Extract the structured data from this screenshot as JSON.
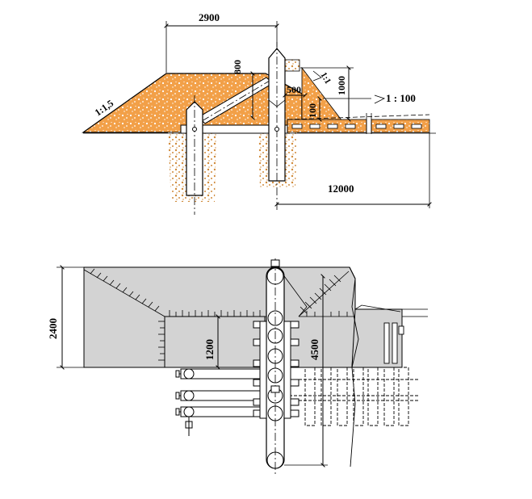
{
  "colors": {
    "ballast": "#f2a048",
    "ground": "#d08a3a",
    "plan_fill": "#d3d3d3",
    "white": "#ffffff",
    "ink": "#000000"
  },
  "section": {
    "dim_width": "2900",
    "dim_height_upper": "800",
    "dim_offset": "500",
    "dim_height_small": "100",
    "dim_height_right": "1000",
    "slope_left": "1:1,5",
    "slope_right": "1:1",
    "slope_track": "1 : 100",
    "dim_length": "12000"
  },
  "plan": {
    "dim_total_height": "2400",
    "dim_inner_height": "1200",
    "dim_post_span": "4500"
  }
}
